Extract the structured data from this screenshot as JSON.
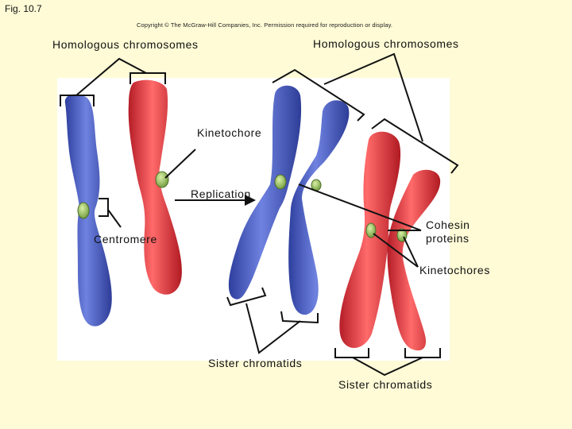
{
  "figure": {
    "number": "Fig. 10.7",
    "copyright": "Copyright © The McGraw-Hill Companies, Inc. Permission required for reproduction or display."
  },
  "labels": {
    "homologous_left": "Homologous chromosomes",
    "homologous_right": "Homologous chromosomes",
    "kinetochore": "Kinetochore",
    "replication": "Replication",
    "centromere": "Centromere",
    "cohesin_line1": "Cohesin",
    "cohesin_line2": "proteins",
    "kinetochores": "Kinetochores",
    "sister_chromatids_1": "Sister chromatids",
    "sister_chromatids_2": "Sister chromatids"
  },
  "colors": {
    "background": "#fefbd6",
    "panel": "#ffffff",
    "chromosome_blue": "#4a5fc8",
    "chromosome_red": "#e2343d",
    "kinetochore_green": "#9ec46a",
    "line": "#111111"
  }
}
